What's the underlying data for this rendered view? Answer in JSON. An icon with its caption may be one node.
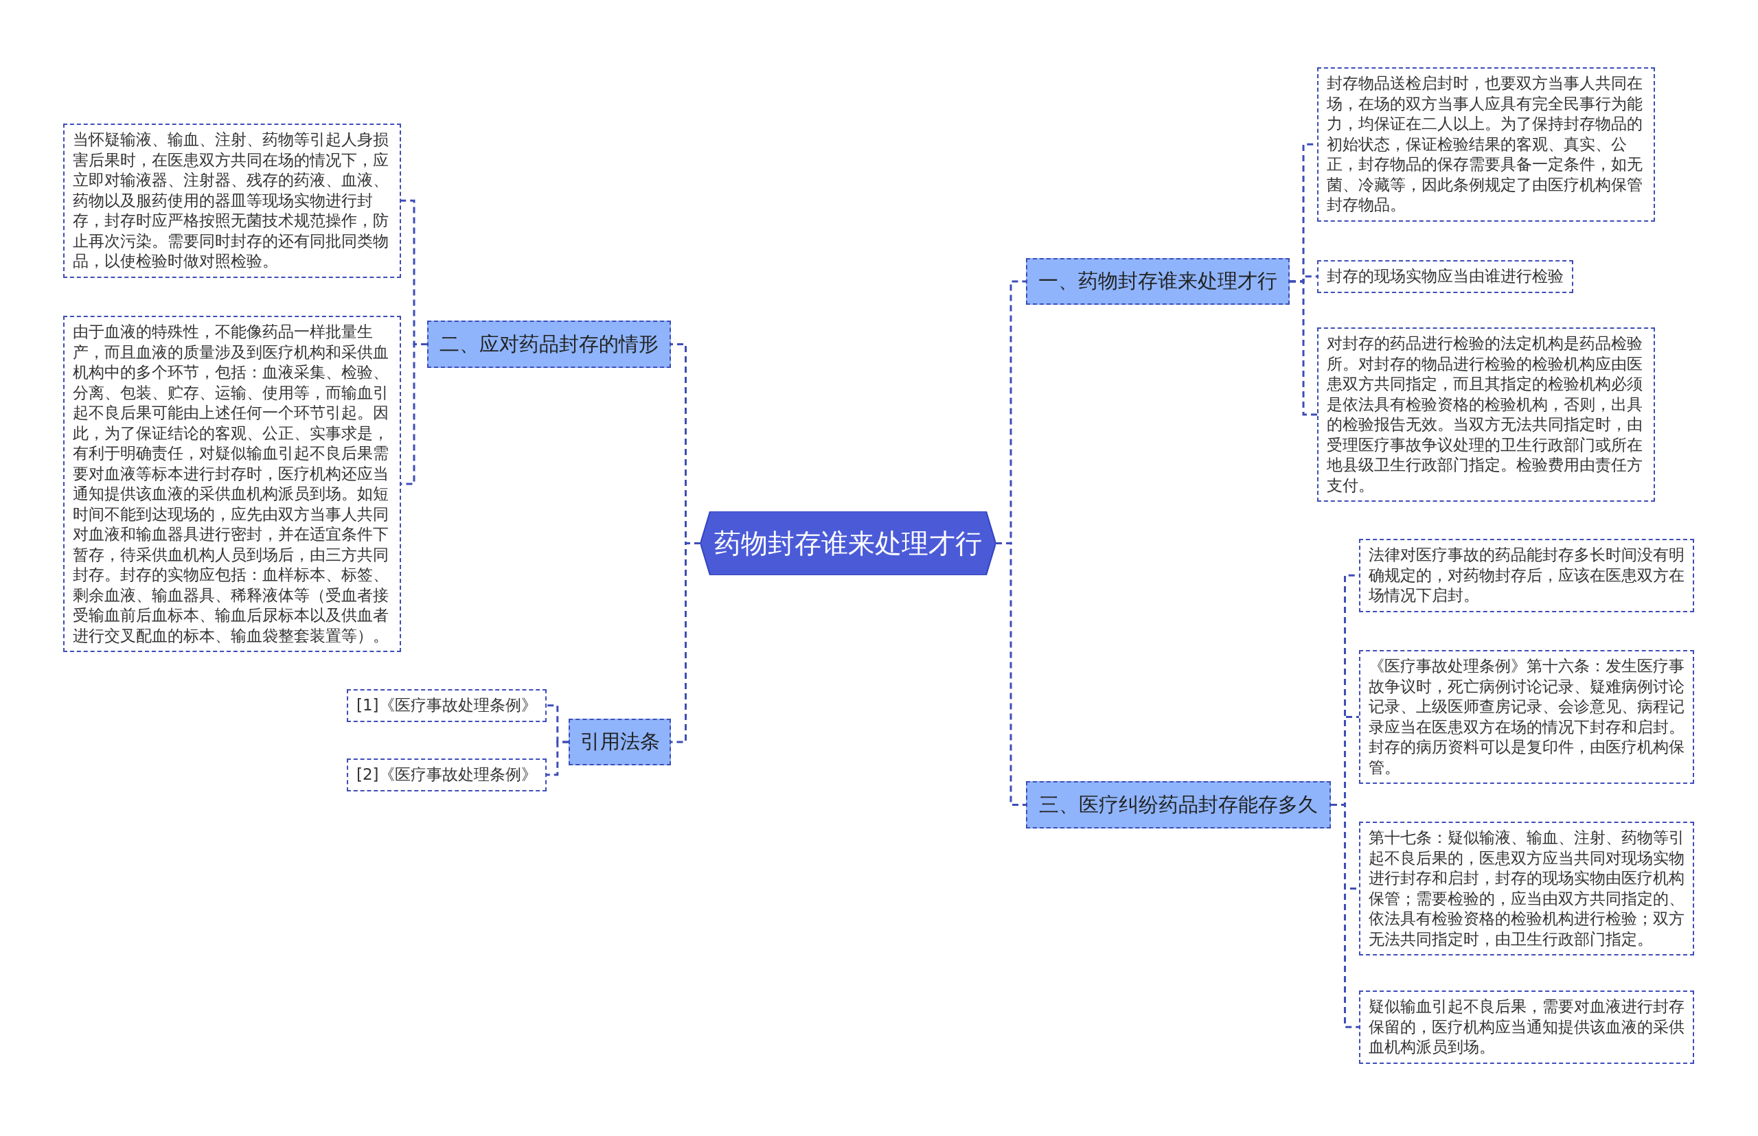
{
  "diagram": {
    "nodes": [
      {
        "text": [
          "药物封存谁来处理才行"
        ]
      },
      {
        "text": [
          "一、药物封存谁来处理才行"
        ]
      },
      {
        "text": [
          "封存物品送检启封时，也要双方当事人共同在场，在场的双方当事人应具有完全民事行为能力，均保证在二人以上。为了保持封存物品的初始状态，保证检验结果的客观、真实、公正，封存物品的保存需要具备一定条件，如无菌、冷藏等，因此条例规定了由医疗机构保管封存物品。"
        ]
      },
      {
        "text": [
          "封存的现场实物应当由谁进行检验"
        ]
      },
      {
        "text": [
          "对封存的药品进行检验的法定机构是药品检验所。对封存的物品进行检验的检验机构应由医患双方共同指定，而且其指定的检验机构必须是依法具有检验资格的检验机构，否则，出具的检验报告无效。当双方无法共同指定时，由受理医疗事故争议处理的卫生行政部门或所在地县级卫生行政部门指定。检验费用由责任方支付。"
        ]
      },
      {
        "text": [
          "二、应对药品封存的情形"
        ]
      },
      {
        "text": [
          "当怀疑输液、输血、注射、药物等引起人身损害后果时，在医患双方共同在场的情况下，应立即对输液器、注射器、残存的药液、血液、药物以及服药使用的器皿等现场实物进行封存，封存时应严格按照无菌技术规范操作，防止再次污染。需要同时封存的还有同批同类物品，以使检验时做对照检验。"
        ]
      },
      {
        "text": [
          "由于血液的特殊性，不能像药品一样批量生产，而且血液的质量涉及到医疗机构和采供血机构中的多个环节，包括：血液采集、检验、分离、包装、贮存、运输、使用等，而输血引起不良后果可能由上述任何一个环节引起。因此，为了保证结论的客观、公正、实事求是，有利于明确责任，对疑似输血引起不良后果需要对血液等标本进行封存时，医疗机构还应当通知提供该血液的采供血机构派员到场。如短时间不能到达现场的，应先由双方当事人共同对血液和输血器具进行密封，并在适宜条件下暂存，待采供血机构人员到场后，由三方共同封存。封存的实物应包括：血样标本、标签、剩余血液、输血器具、稀释液体等（受血者接受输血前后血标本、输血后尿标本以及供血者进行交叉配血的标本、输血袋整套装置等）。"
        ]
      },
      {
        "text": [
          "引用法条"
        ]
      },
      {
        "text": [
          "[1]《医疗事故处理条例》"
        ]
      },
      {
        "text": [
          "[2]《医疗事故处理条例》"
        ]
      },
      {
        "text": [
          "三、医疗纠纷药品封存能存多久"
        ]
      },
      {
        "text": [
          "法律对医疗事故的药品能封存多长时间没有明确规定的，对药物封存后，应该在医患双方在场情况下启封。"
        ]
      },
      {
        "text": [
          "《医疗事故处理条例》第十六条：发生医疗事故争议时，死亡病例讨论记录、疑难病例讨论记录、上级医师查房记录、会诊意见、病程记录应当在医患双方在场的情况下封存和启封。封存的病历资料可以是复印件，由医疗机构保管。"
        ]
      },
      {
        "text": [
          "第十七条：疑似输液、输血、注射、药物等引起不良后果的，医患双方应当共同对现场实物进行封存和启封，封存的现场实物由医疗机构保管；需要检验的，应当由双方共同指定的、依法具有检验资格的检验机构进行检验；双方无法共同指定时，由卫生行政部门指定。"
        ]
      },
      {
        "text": [
          "疑似输血引起不良后果，需要对血液进行封存保留的，医疗机构应当通知提供该血液的采供血机构派员到场。"
        ]
      }
    ],
    "edges": [
      {
        "from": 0,
        "to": 1,
        "arrow": "none"
      },
      {
        "from": 0,
        "to": 5,
        "arrow": "none"
      },
      {
        "from": 0,
        "to": 8,
        "arrow": "none"
      },
      {
        "from": 0,
        "to": 11,
        "arrow": "none"
      },
      {
        "from": 1,
        "to": 2,
        "arrow": "none"
      },
      {
        "from": 1,
        "to": 3,
        "arrow": "none"
      },
      {
        "from": 1,
        "to": 4,
        "arrow": "none"
      },
      {
        "from": 5,
        "to": 6,
        "arrow": "none"
      },
      {
        "from": 5,
        "to": 7,
        "arrow": "none"
      },
      {
        "from": 8,
        "to": 9,
        "arrow": "none"
      },
      {
        "from": 8,
        "to": 10,
        "arrow": "none"
      },
      {
        "from": 11,
        "to": 12,
        "arrow": "none"
      },
      {
        "from": 11,
        "to": 13,
        "arrow": "none"
      },
      {
        "from": 11,
        "to": 14,
        "arrow": "none"
      },
      {
        "from": 11,
        "to": 15,
        "arrow": "none"
      }
    ]
  }
}
